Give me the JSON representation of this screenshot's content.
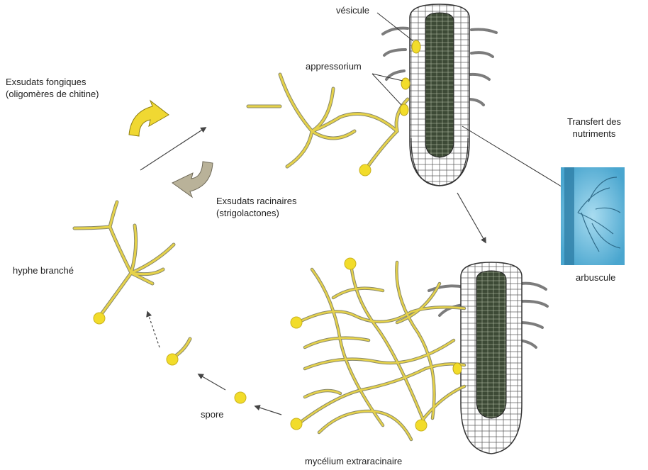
{
  "labels": {
    "vesicule": "vésicule",
    "appressorium": "appressorium",
    "exsudats_fongiques_1": "Exsudats fongiques",
    "exsudats_fongiques_2": "(oligomères de chitine)",
    "exsudats_racinaires_1": "Exsudats racinaires",
    "exsudats_racinaires_2": "(strigolactones)",
    "transfert_1": "Transfert des",
    "transfert_2": "nutriments",
    "arbuscule": "arbuscule",
    "hyphe_branche": "hyphe branché",
    "spore": "spore",
    "mycelium": "mycélium extraracinaire"
  },
  "colors": {
    "hypha": "#e6d24a",
    "hypha_outline": "#8a8a6a",
    "spore": "#f2dc2a",
    "root_cell": "#ffffff",
    "root_stele": "#2f3a2c",
    "arrow": "#555555",
    "cycle_arrow_fungal": "#f0d832",
    "cycle_arrow_root": "#b9b299",
    "arbuscule_bg": "#7ec6e6"
  }
}
